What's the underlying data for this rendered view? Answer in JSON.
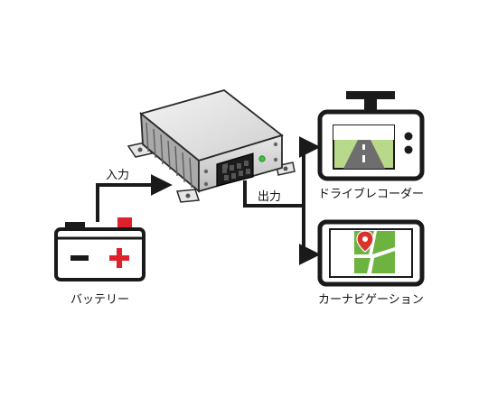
{
  "labels": {
    "input": "入力",
    "output": "出力",
    "battery": "バッテリー",
    "dashcam": "ドライブレコーダー",
    "carnav": "カーナビゲーション"
  },
  "battery_symbols": {
    "minus": "−",
    "plus": "+"
  },
  "colors": {
    "battery_terminal_red": "#e0202a",
    "plus_red": "#e0202a",
    "screen_green_bg": "#b9d98a",
    "nav_green": "#6db33f",
    "map_pin_red": "#d9342b",
    "led_green": "#3cc33c",
    "line_dark": "#1a1a1a"
  }
}
